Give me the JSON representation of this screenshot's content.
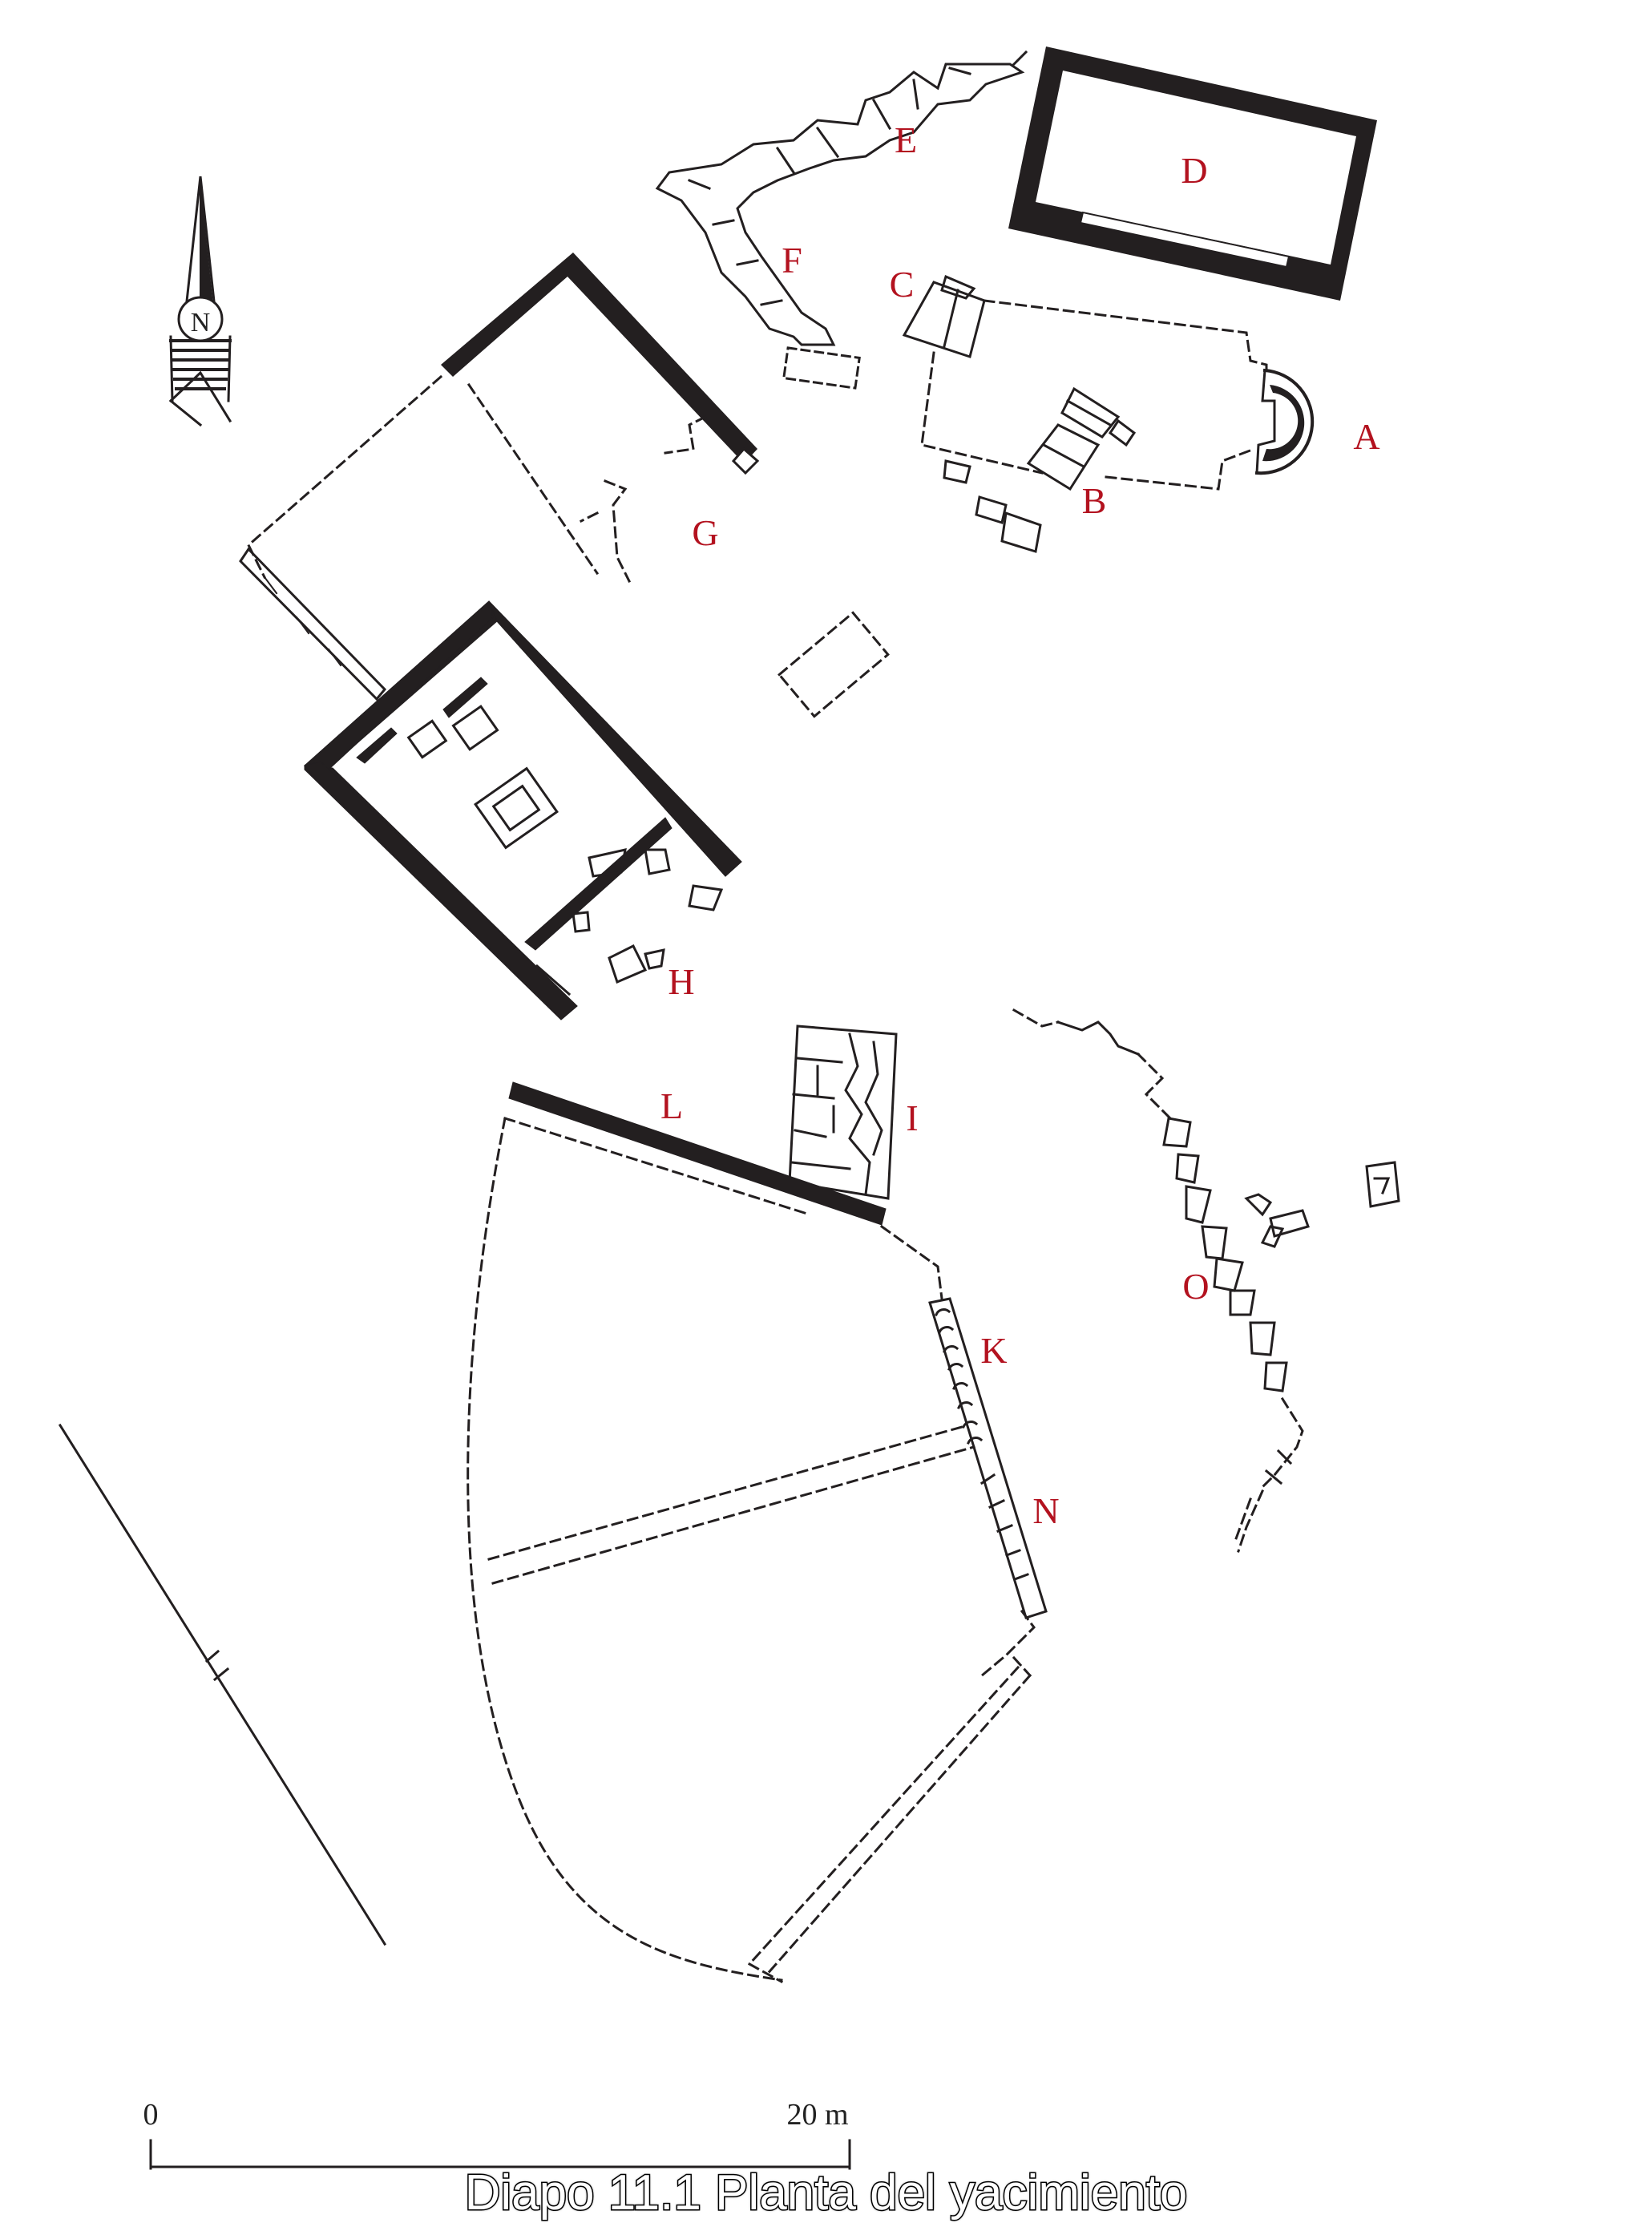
{
  "caption": "Diapo 11.1 Planta del yacimiento",
  "north_arrow": {
    "letter": "N"
  },
  "scale_bar": {
    "start_label": "0",
    "end_label": "20 m"
  },
  "labels": {
    "A": "A",
    "B": "B",
    "C": "C",
    "D": "D",
    "E": "E",
    "F": "F",
    "G": "G",
    "H": "H",
    "I": "I",
    "K": "K",
    "L": "L",
    "N": "N",
    "O": "O"
  },
  "colors": {
    "label": "#b3121f",
    "wall": "#231f20",
    "line": "#222222"
  }
}
